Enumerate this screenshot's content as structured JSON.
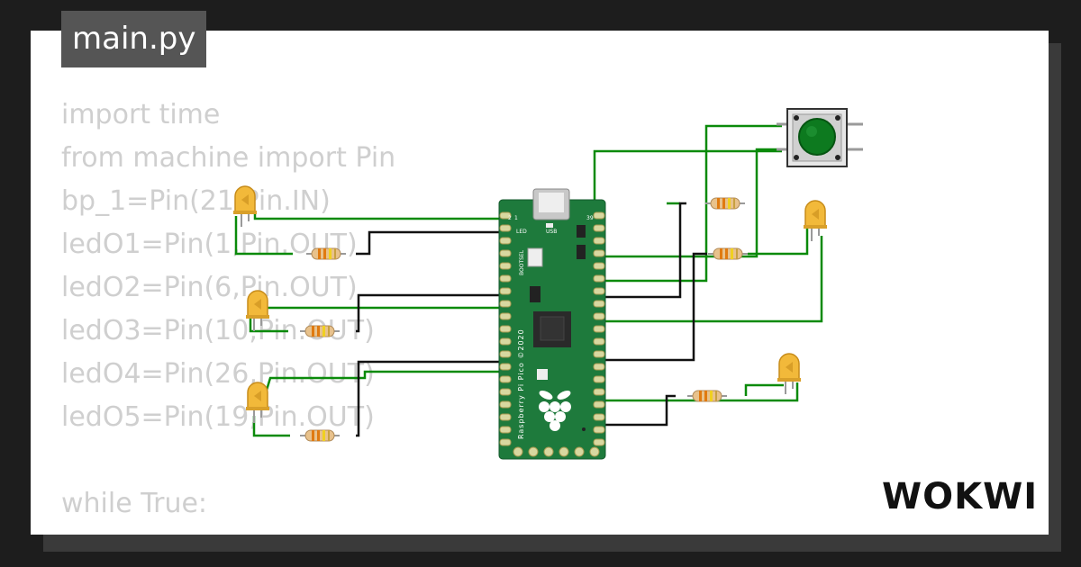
{
  "editor": {
    "tab_label": "main.py",
    "code_lines": [
      "import time",
      "from machine import Pin",
      "bp_1=Pin(21,Pin.IN)",
      "ledO1=Pin(1,Pin.OUT)",
      "ledO2=Pin(6,Pin.OUT)",
      "ledO3=Pin(10,Pin.OUT)",
      "ledO4=Pin(26,Pin.OUT)",
      "ledO5=Pin(19,Pin.OUT)",
      "",
      "while True:"
    ]
  },
  "board": {
    "name": "Raspberry Pi Pico ©2020",
    "led_label": "LED",
    "usb_label": "USB",
    "bootsel_label": "BOOTSEL",
    "pin1_label": "1",
    "pin2_label": "2",
    "pin39_label": "39",
    "color": "#1e7a3c"
  },
  "colors": {
    "wire_green": "#0a8a0a",
    "wire_black": "#111111",
    "led_amber": "#f2b93a",
    "button_green": "#0d7a1f"
  },
  "brand": {
    "logo_text": "WOKWI"
  }
}
